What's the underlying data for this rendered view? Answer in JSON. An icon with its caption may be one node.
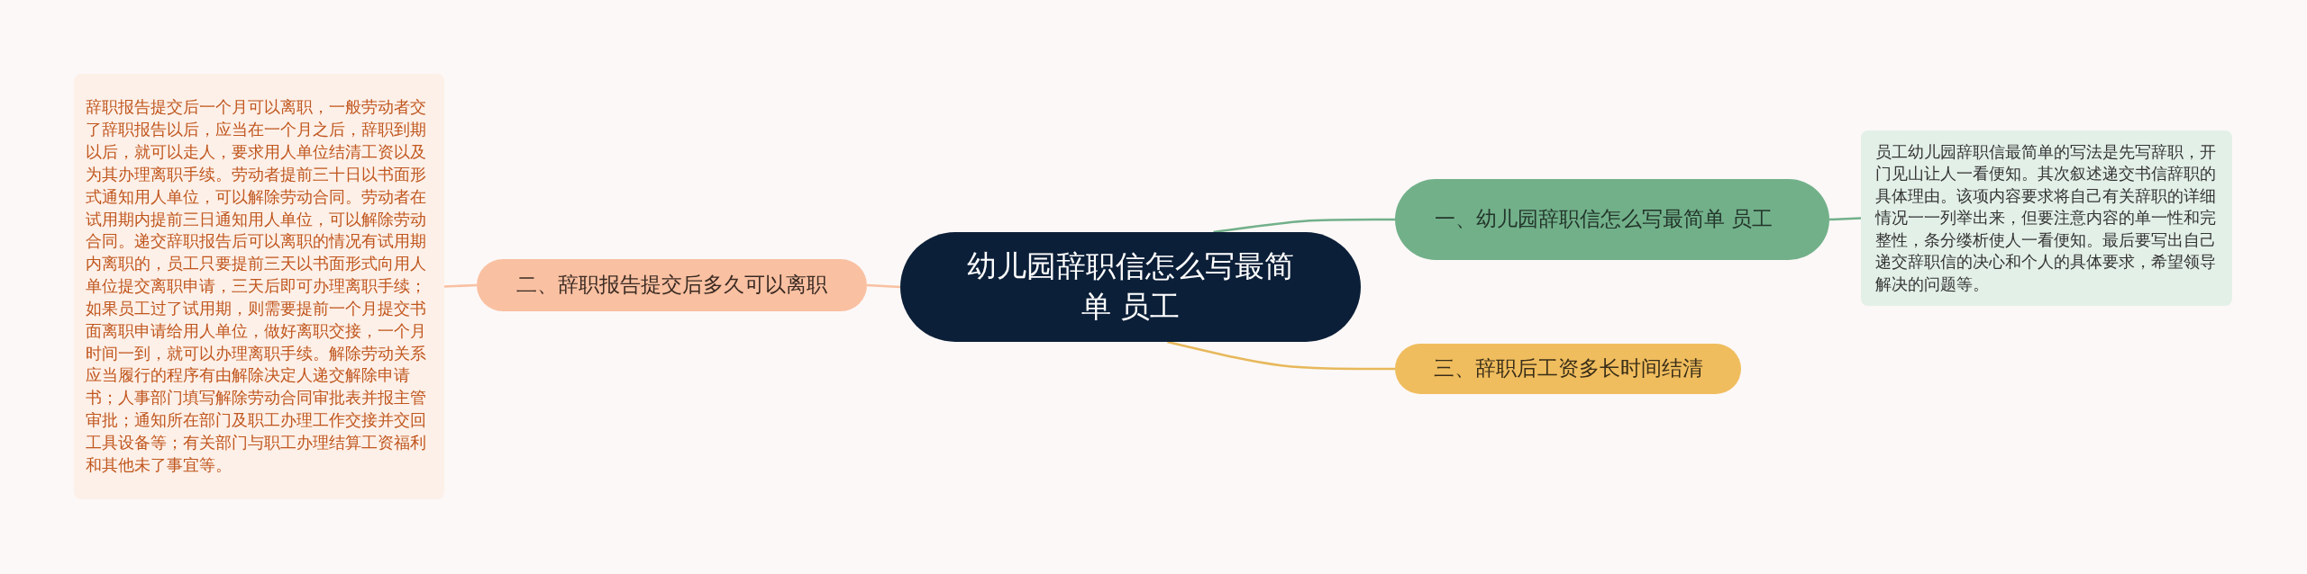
{
  "diagram": {
    "nodes": [
      {
        "text": [
          "幼儿园辞职信怎么写最简单 员工"
        ]
      },
      {
        "text": [
          "一、幼儿园辞职信怎么写最简单 员工"
        ]
      },
      {
        "text": [
          "员工幼儿园辞职信最简单的写法是先写辞职，开门见山让人一看便知。其次叙述递交书信辞职的具体理由。该项内容要求将自己有关辞职的详细情况一一列举出来，但要注意内容的单一性和完整性，条分缕析使人一看便知。最后要写出自己递交辞职信的决心和个人的具体要求，希望领导解决的问题等。"
        ]
      },
      {
        "text": [
          "二、辞职报告提交后多久可以离职"
        ]
      },
      {
        "text": [
          "辞职报告提交后一个月可以离职，一般劳动者交了辞职报告以后，应当在一个月之后，辞职到期以后，就可以走人，要求用人单位结清工资以及为其办理离职手续。劳动者提前三十日以书面形式通知用人单位，可以解除劳动合同。劳动者在试用期内提前三日通知用人单位，可以解除劳动合同。递交辞职报告后可以离职的情况有试用期内离职的，员工只要提前三天以书面形式向用人单位提交离职申请，三天后即可办理离职手续；如果员工过了试用期，则需要提前一个月提交书面离职申请给用人单位，做好离职交接，一个月时间一到，就可以办理离职手续。解除劳动关系应当履行的程序有由解除决定人递交解除申请书；人事部门填写解除劳动合同审批表并报主管审批；通知所在部门及职工办理工作交接并交回工具设备等；有关部门与职工办理结算工资福利和其他未了事宜等。"
        ]
      },
      {
        "text": [
          "三、辞职后工资多长时间结清"
        ]
      }
    ],
    "edges": [
      {
        "from": 0,
        "to": 1,
        "arrow": "none",
        "color": "#72b08a"
      },
      {
        "from": 1,
        "to": 2,
        "arrow": "none",
        "color": "#72b08a"
      },
      {
        "from": 0,
        "to": 3,
        "arrow": "none",
        "color": "#f9c0a2"
      },
      {
        "from": 3,
        "to": 4,
        "arrow": "none",
        "color": "#f9c0a2"
      },
      {
        "from": 0,
        "to": 5,
        "arrow": "none",
        "color": "#e7b85b"
      }
    ]
  }
}
